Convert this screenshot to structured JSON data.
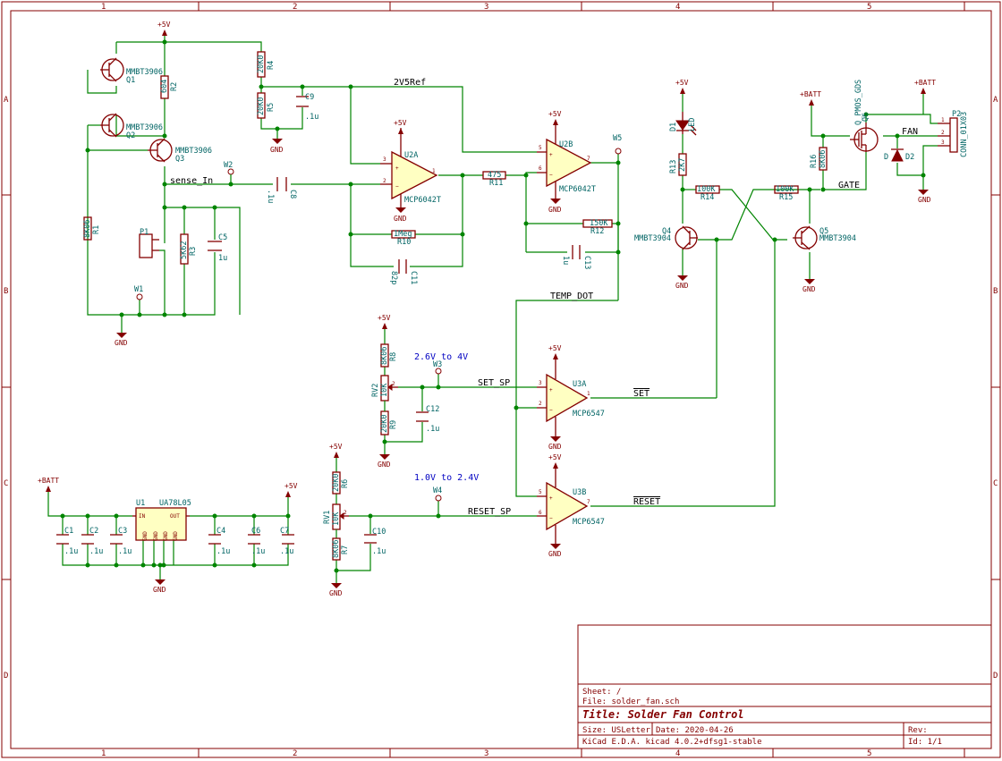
{
  "frame": {
    "columns": [
      "1",
      "2",
      "3",
      "4",
      "5"
    ],
    "rows": [
      "A",
      "B",
      "C",
      "D"
    ]
  },
  "title_block": {
    "sheet": "Sheet: /",
    "file": "File: solder_fan.sch",
    "title": "Title: Solder Fan Control",
    "size": "Size: USLetter",
    "date": "Date: 2020-04-26",
    "rev": "Rev:",
    "tool": "KiCad E.D.A.  kicad 4.0.2+dfsg1-stable",
    "id": "Id: 1/1"
  },
  "power": {
    "p5v": "+5V",
    "gnd": "GND",
    "batt": "+BATT"
  },
  "nets": {
    "v25ref": "2V5Ref",
    "sense_in": "sense_In",
    "temp_dot": "TEMP_DOT",
    "set_sp": "SET_SP",
    "reset_sp": "RESET_SP",
    "set": "SET",
    "reset": "RESET",
    "fan": "FAN",
    "gate": "GATE"
  },
  "annotations": {
    "set_range": "2.6V to 4V",
    "reset_range": "1.0V to 2.4V"
  },
  "parts": {
    "q1": {
      "ref": "Q1",
      "val": "MMBT3906"
    },
    "q2": {
      "ref": "Q2",
      "val": "MMBT3906"
    },
    "q3": {
      "ref": "Q3",
      "val": "MMBT3906"
    },
    "q4": {
      "ref": "Q4",
      "val": "MMBT3904"
    },
    "q5": {
      "ref": "Q5",
      "val": "MMBT3904"
    },
    "q6": {
      "ref": "Q6",
      "val": "Q_PMOS_GDS"
    },
    "r1": {
      "ref": "R1",
      "val": "8K06"
    },
    "r2": {
      "ref": "R2",
      "val": "604"
    },
    "r3": {
      "ref": "R3",
      "val": "5K62"
    },
    "r4": {
      "ref": "R4",
      "val": "20K0"
    },
    "r5": {
      "ref": "R5",
      "val": "20K0"
    },
    "r6": {
      "ref": "R6",
      "val": "20K0"
    },
    "r7": {
      "ref": "R7",
      "val": "8K06"
    },
    "r8": {
      "ref": "R8",
      "val": "8K06"
    },
    "r9": {
      "ref": "R9",
      "val": "20K0"
    },
    "r10": {
      "ref": "R10",
      "val": "1Meg"
    },
    "r11": {
      "ref": "R11",
      "val": "475"
    },
    "r12": {
      "ref": "R12",
      "val": "150K"
    },
    "r13": {
      "ref": "R13",
      "val": "2K7"
    },
    "r14": {
      "ref": "R14",
      "val": "100K"
    },
    "r15": {
      "ref": "R15",
      "val": "100K"
    },
    "r16": {
      "ref": "R16",
      "val": "8K06"
    },
    "rv1": {
      "ref": "RV1",
      "val": "10K"
    },
    "rv2": {
      "ref": "RV2",
      "val": "10K"
    },
    "c1": {
      "ref": "C1",
      "val": ".1u"
    },
    "c2": {
      "ref": "C2",
      "val": ".1u"
    },
    "c3": {
      "ref": "C3",
      "val": ".1u"
    },
    "c4": {
      "ref": "C4",
      "val": ".1u"
    },
    "c5": {
      "ref": "C5",
      "val": "1u"
    },
    "c6": {
      "ref": "C6",
      "val": ".1u"
    },
    "c7": {
      "ref": "C7",
      "val": ".1u"
    },
    "c8": {
      "ref": "C8",
      "val": ".1u"
    },
    "c9": {
      "ref": "C9",
      "val": ".1u"
    },
    "c10": {
      "ref": "C10",
      "val": ".1u"
    },
    "c11": {
      "ref": "C11",
      "val": "82p"
    },
    "c12": {
      "ref": "C12",
      "val": ".1u"
    },
    "c13": {
      "ref": "C13",
      "val": "1u"
    },
    "u1": {
      "ref": "U1",
      "val": "UA78L05"
    },
    "u2a": {
      "ref": "U2A",
      "val": "MCP6042T"
    },
    "u2b": {
      "ref": "U2B",
      "val": "MCP6042T"
    },
    "u3a": {
      "ref": "U3A",
      "val": "MCP6547"
    },
    "u3b": {
      "ref": "U3B",
      "val": "MCP6547"
    },
    "d1": {
      "ref": "D1",
      "val": "LED"
    },
    "d2": {
      "ref": "D2",
      "val": "D"
    },
    "p1": {
      "ref": "P1"
    },
    "p2": {
      "ref": "P2",
      "val": "CONN_01X03"
    },
    "w1": {
      "ref": "W1"
    },
    "w2": {
      "ref": "W2"
    },
    "w3": {
      "ref": "W3"
    },
    "w4": {
      "ref": "W4"
    },
    "w5": {
      "ref": "W5"
    }
  },
  "u1_pins": {
    "in": "IN",
    "out": "OUT",
    "gnd": "GND"
  }
}
